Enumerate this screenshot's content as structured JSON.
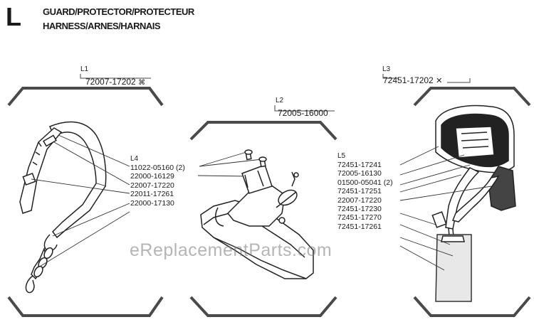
{
  "header": {
    "section_letter": "L",
    "title_line1": "GUARD/PROTECTOR/PROTECTEUR",
    "title_line2": "HARNESS/ARNES/HARNAIS"
  },
  "groups": {
    "l1": {
      "label": "L1",
      "part_number": "72007-17202",
      "mark": "⌘"
    },
    "l2": {
      "label": "L2",
      "part_number": "72005-16000"
    },
    "l3": {
      "label": "L3",
      "part_number": "72451-17202",
      "mark": "✕"
    }
  },
  "l4": {
    "label": "L4",
    "parts": [
      "11022-05160 (2)",
      "22000-16129",
      "22007-17220",
      "22011-17261",
      "22000-17130"
    ]
  },
  "l5": {
    "label": "L5",
    "parts": [
      "72451-17241",
      "72005-16130",
      "01500-05041 (2)",
      "72451-17251",
      "22007-17220",
      "72451-17230",
      "72451-17270",
      "72451-17261"
    ]
  },
  "watermark": "eReplacementParts.com"
}
